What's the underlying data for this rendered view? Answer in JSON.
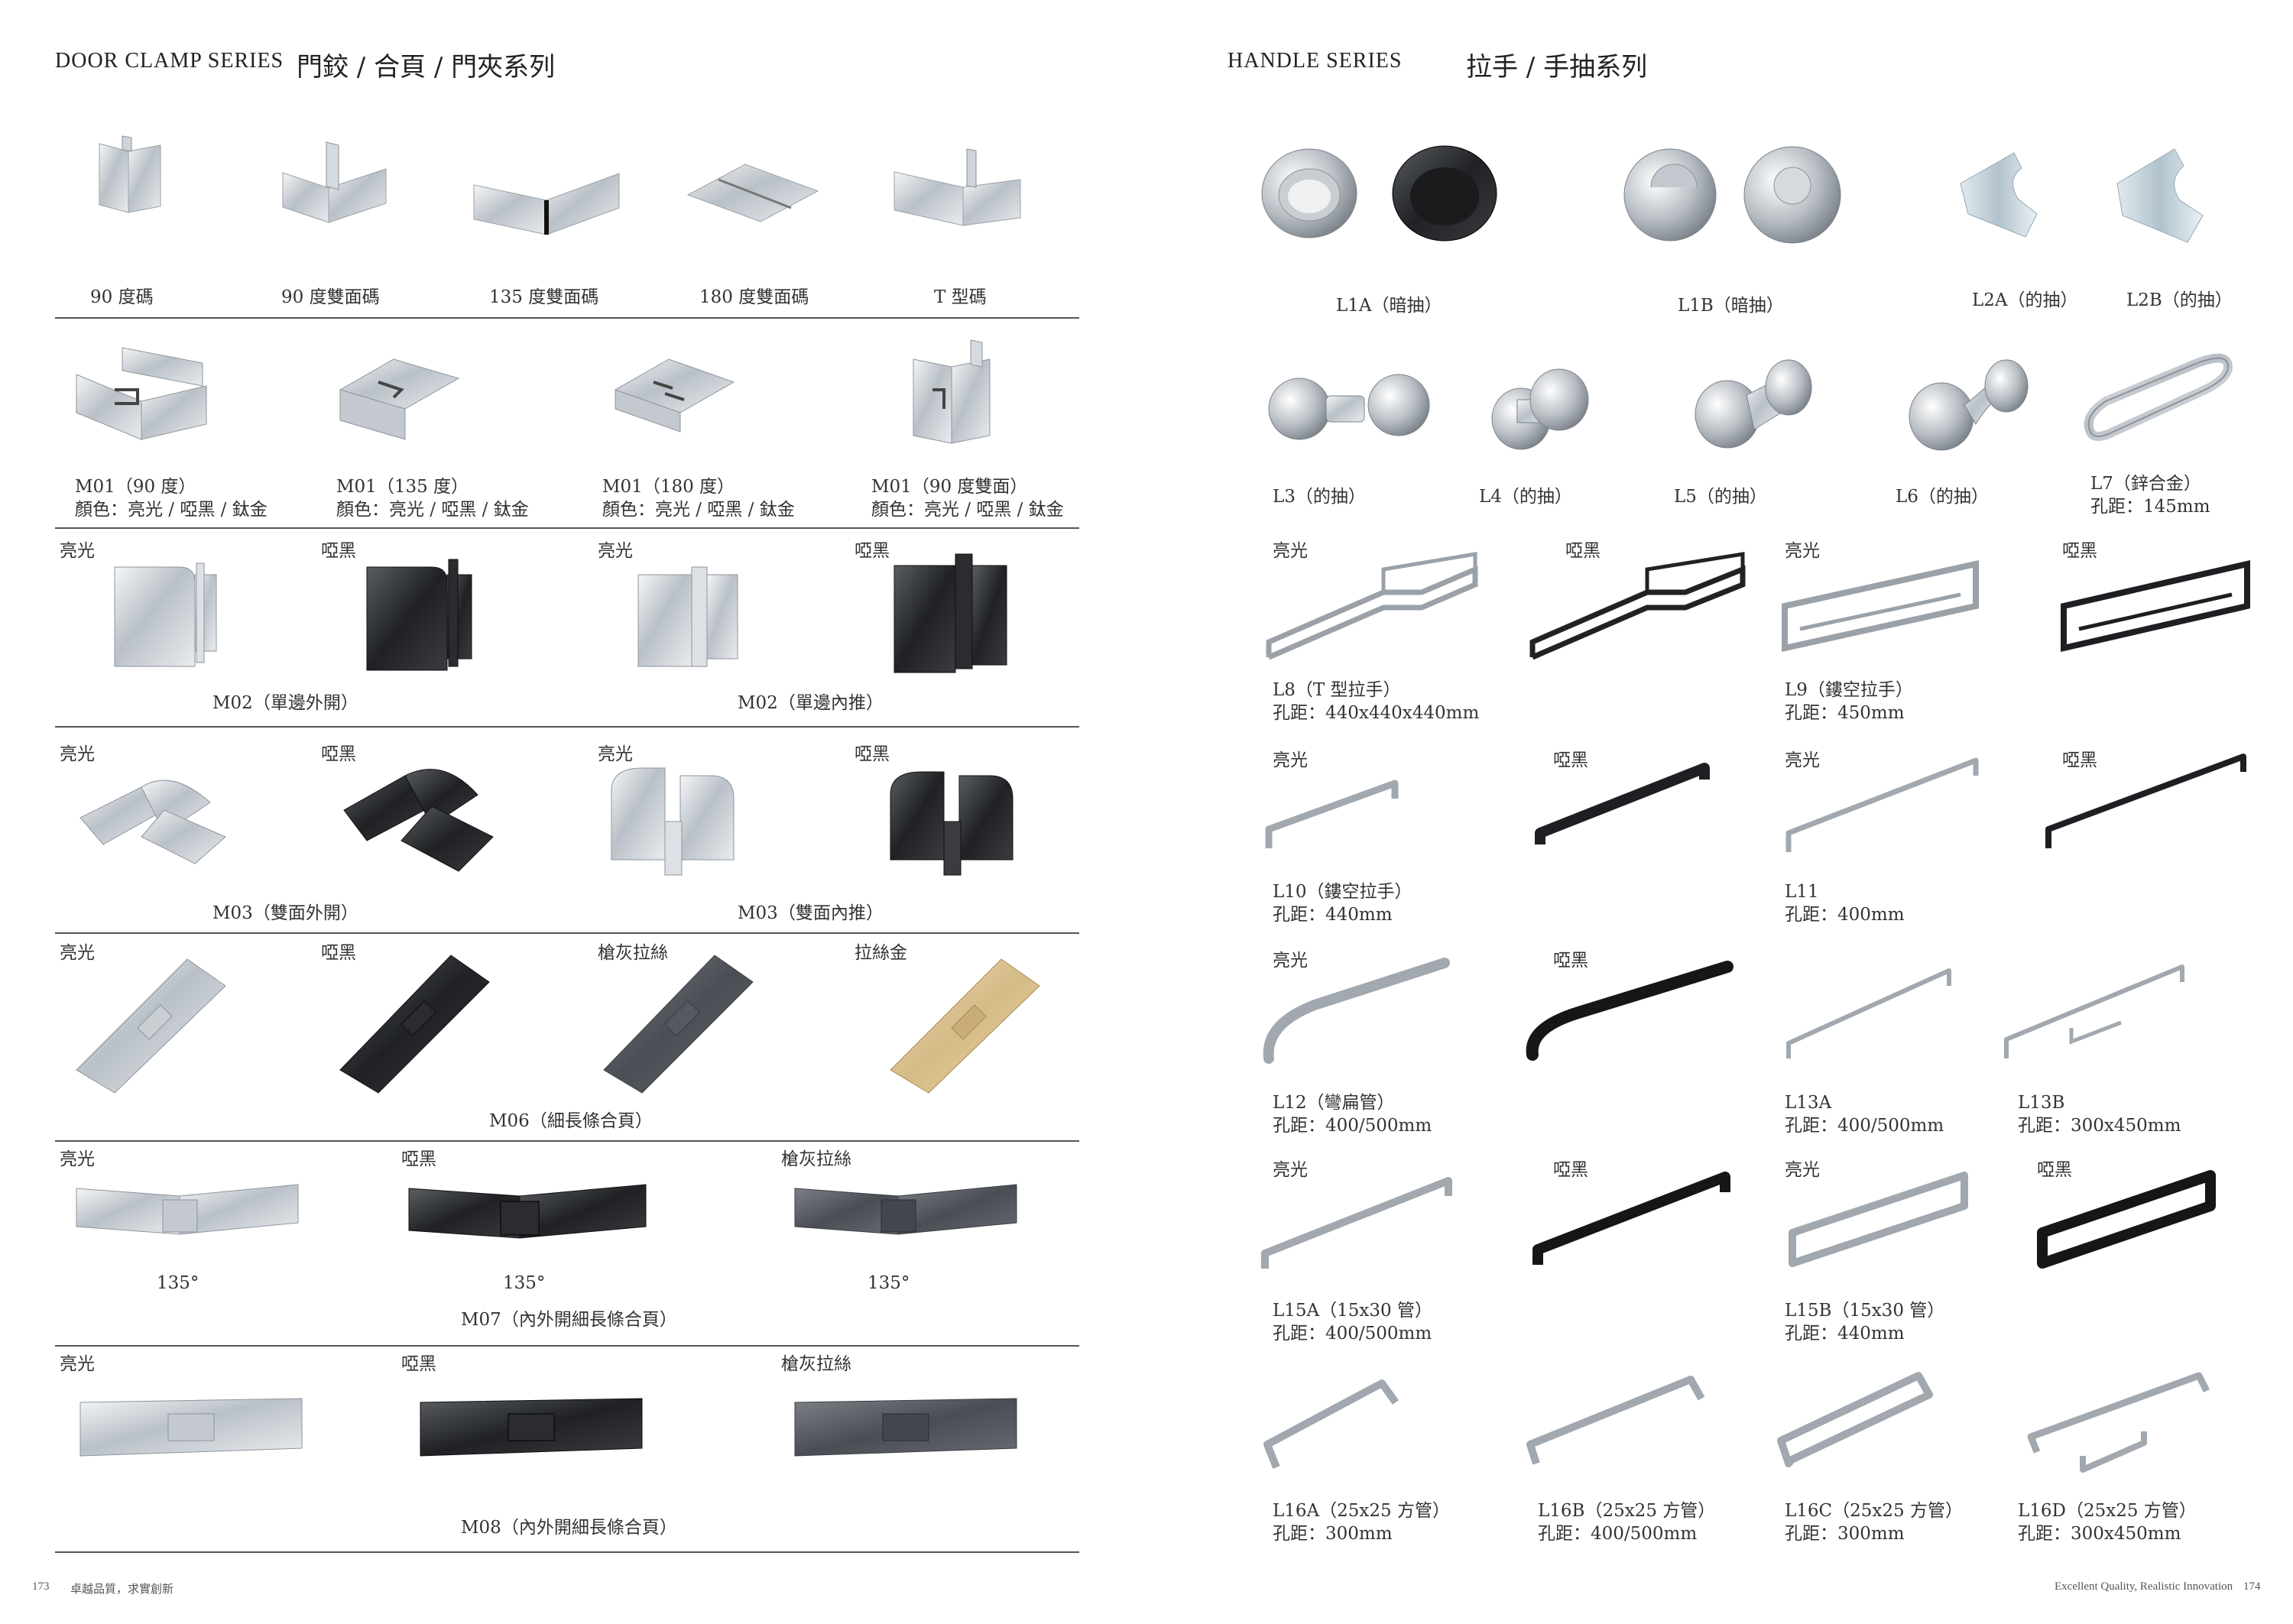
{
  "left": {
    "series_en": "DOOR CLAMP SERIES",
    "series_cn": "門鉸 / 合頁 / 門夾系列",
    "row1": [
      "90 度碼",
      "90 度雙面碼",
      "135 度雙面碼",
      "180 度雙面碼",
      "T 型碼"
    ],
    "row2": [
      {
        "name": "M01（90 度）",
        "color": "顏色：亮光 / 啞黑 / 鈦金"
      },
      {
        "name": "M01（135 度）",
        "color": "顏色：亮光 / 啞黑 / 鈦金"
      },
      {
        "name": "M01（180 度）",
        "color": "顏色：亮光 / 啞黑 / 鈦金"
      },
      {
        "name": "M01（90 度雙面）",
        "color": "顏色：亮光 / 啞黑 / 鈦金"
      }
    ],
    "row3": {
      "finishes": [
        "亮光",
        "啞黑",
        "亮光",
        "啞黑"
      ],
      "captions": [
        "M02（單邊外開）",
        "M02（單邊內推）"
      ]
    },
    "row4": {
      "finishes": [
        "亮光",
        "啞黑",
        "亮光",
        "啞黑"
      ],
      "captions": [
        "M03（雙面外開）",
        "M03（雙面內推）"
      ]
    },
    "row5": {
      "finishes": [
        "亮光",
        "啞黑",
        "槍灰拉絲",
        "拉絲金"
      ],
      "caption": "M06（細長條合頁）"
    },
    "row6": {
      "finishes": [
        "亮光",
        "啞黑",
        "槍灰拉絲"
      ],
      "angles": [
        "135°",
        "135°",
        "135°"
      ],
      "caption": "M07（內外開細長條合頁）"
    },
    "row7": {
      "finishes": [
        "亮光",
        "啞黑",
        "槍灰拉絲"
      ],
      "caption": "M08（內外開細長條合頁）"
    },
    "footer_page": "173",
    "footer_slogan": "卓越品質，求實創新"
  },
  "right": {
    "series_en": "HANDLE  SERIES",
    "series_cn": "拉手 / 手抽系列",
    "row1": [
      "L1A（暗抽）",
      "L1B（暗抽）",
      "L2A（的抽）",
      "L2B（的抽）"
    ],
    "row2": [
      "L3（的抽）",
      "L4（的抽）",
      "L5（的抽）",
      "L6（的抽）"
    ],
    "l7": {
      "name": "L7（鋅合金）",
      "spec": "孔距：145mm"
    },
    "row3": {
      "finishes": [
        "亮光",
        "啞黑",
        "亮光",
        "啞黑"
      ],
      "items": [
        {
          "name": "L8（T 型拉手）",
          "spec": "孔距：440x440x440mm"
        },
        {
          "name": "L9（鏤空拉手）",
          "spec": "孔距：450mm"
        }
      ]
    },
    "row4": {
      "finishes": [
        "亮光",
        "啞黑",
        "亮光",
        "啞黑"
      ],
      "items": [
        {
          "name": "L10（鏤空拉手）",
          "spec": "孔距：440mm"
        },
        {
          "name": "L11",
          "spec": "孔距：400mm"
        }
      ]
    },
    "row5": {
      "finishes": [
        "亮光",
        "啞黑"
      ],
      "items": [
        {
          "name": "L12（彎扁管）",
          "spec": "孔距：400/500mm"
        },
        {
          "name": "L13A",
          "spec": "孔距：400/500mm"
        },
        {
          "name": "L13B",
          "spec": "孔距：300x450mm"
        }
      ]
    },
    "row6": {
      "finishes": [
        "亮光",
        "啞黑",
        "亮光",
        "啞黑"
      ],
      "items": [
        {
          "name": "L15A（15x30 管）",
          "spec": "孔距：400/500mm"
        },
        {
          "name": "L15B（15x30 管）",
          "spec": "孔距：440mm"
        }
      ]
    },
    "row7": {
      "items": [
        {
          "name": "L16A（25x25 方管）",
          "spec": "孔距：300mm"
        },
        {
          "name": "L16B（25x25 方管）",
          "spec": "孔距：400/500mm"
        },
        {
          "name": "L16C（25x25 方管）",
          "spec": "孔距：300mm"
        },
        {
          "name": "L16D（25x25 方管）",
          "spec": "孔距：300x450mm"
        }
      ]
    },
    "footer_slogan": "Excellent Quality, Realistic Innovation",
    "footer_page": "174"
  }
}
